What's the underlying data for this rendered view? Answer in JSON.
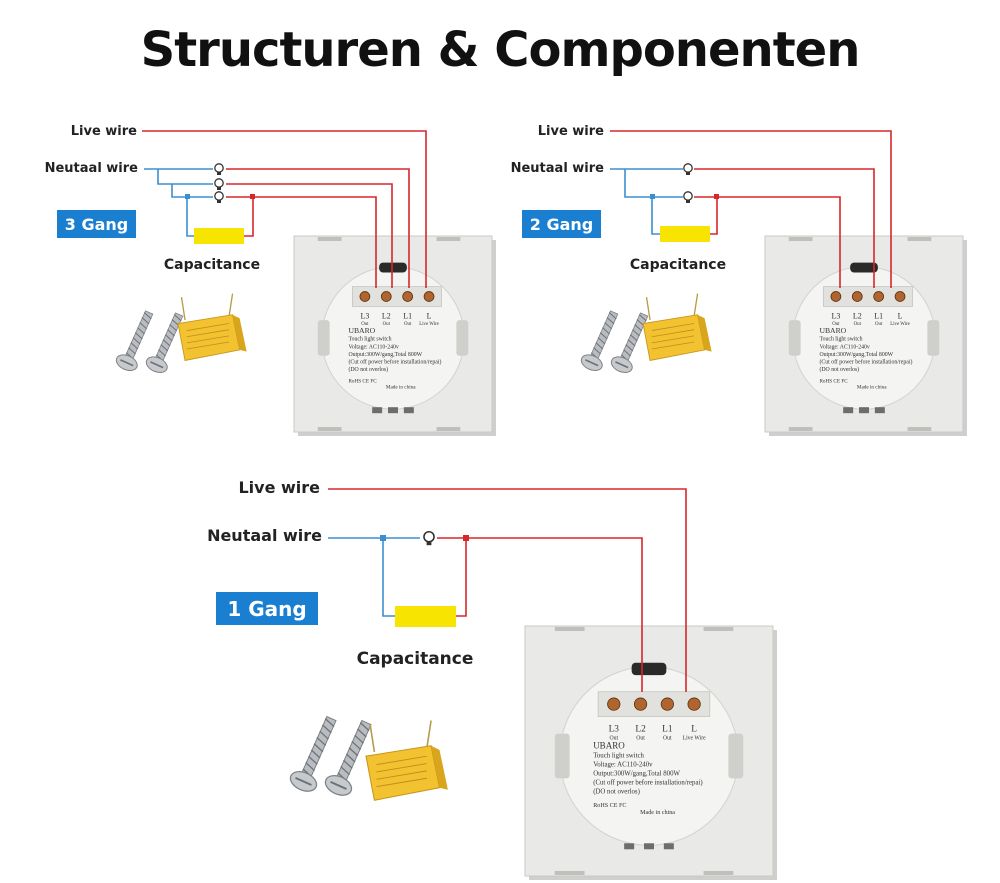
{
  "title": "Structuren & Componenten",
  "colors": {
    "live": "#d9262b",
    "neutral": "#3b8fd0",
    "capacitor": "#f7e400",
    "gang_badge": "#1a7fd0",
    "plate": "#e9e9e7"
  },
  "diagrams": [
    {
      "id": "3gang",
      "gang_label": "3 Gang",
      "live_label": "Live wire",
      "neutral_label": "Neutaal wire",
      "capacitance_label": "Capacitance",
      "lamps": 3
    },
    {
      "id": "2gang",
      "gang_label": "2 Gang",
      "live_label": "Live wire",
      "neutral_label": "Neutaal wire",
      "capacitance_label": "Capacitance",
      "lamps": 2
    },
    {
      "id": "1gang",
      "gang_label": "1 Gang",
      "live_label": "Live wire",
      "neutral_label": "Neutaal wire",
      "capacitance_label": "Capacitance",
      "lamps": 1
    }
  ],
  "switch_label": {
    "terminals": [
      "L3",
      "L2",
      "L1",
      "L"
    ],
    "terminal_subs": [
      "Out",
      "Out",
      "Out",
      "Live Wire"
    ],
    "brand": "UBARO",
    "product": "Touch light switch",
    "voltage": "Voltage: AC110-240v",
    "output": "Output:300W/gang,Total 800W",
    "warning": "(Cut off power before installation/repai)",
    "notice": "(DO not overlos)",
    "origin": "Made in china",
    "marks": "RoHS CE FC"
  }
}
